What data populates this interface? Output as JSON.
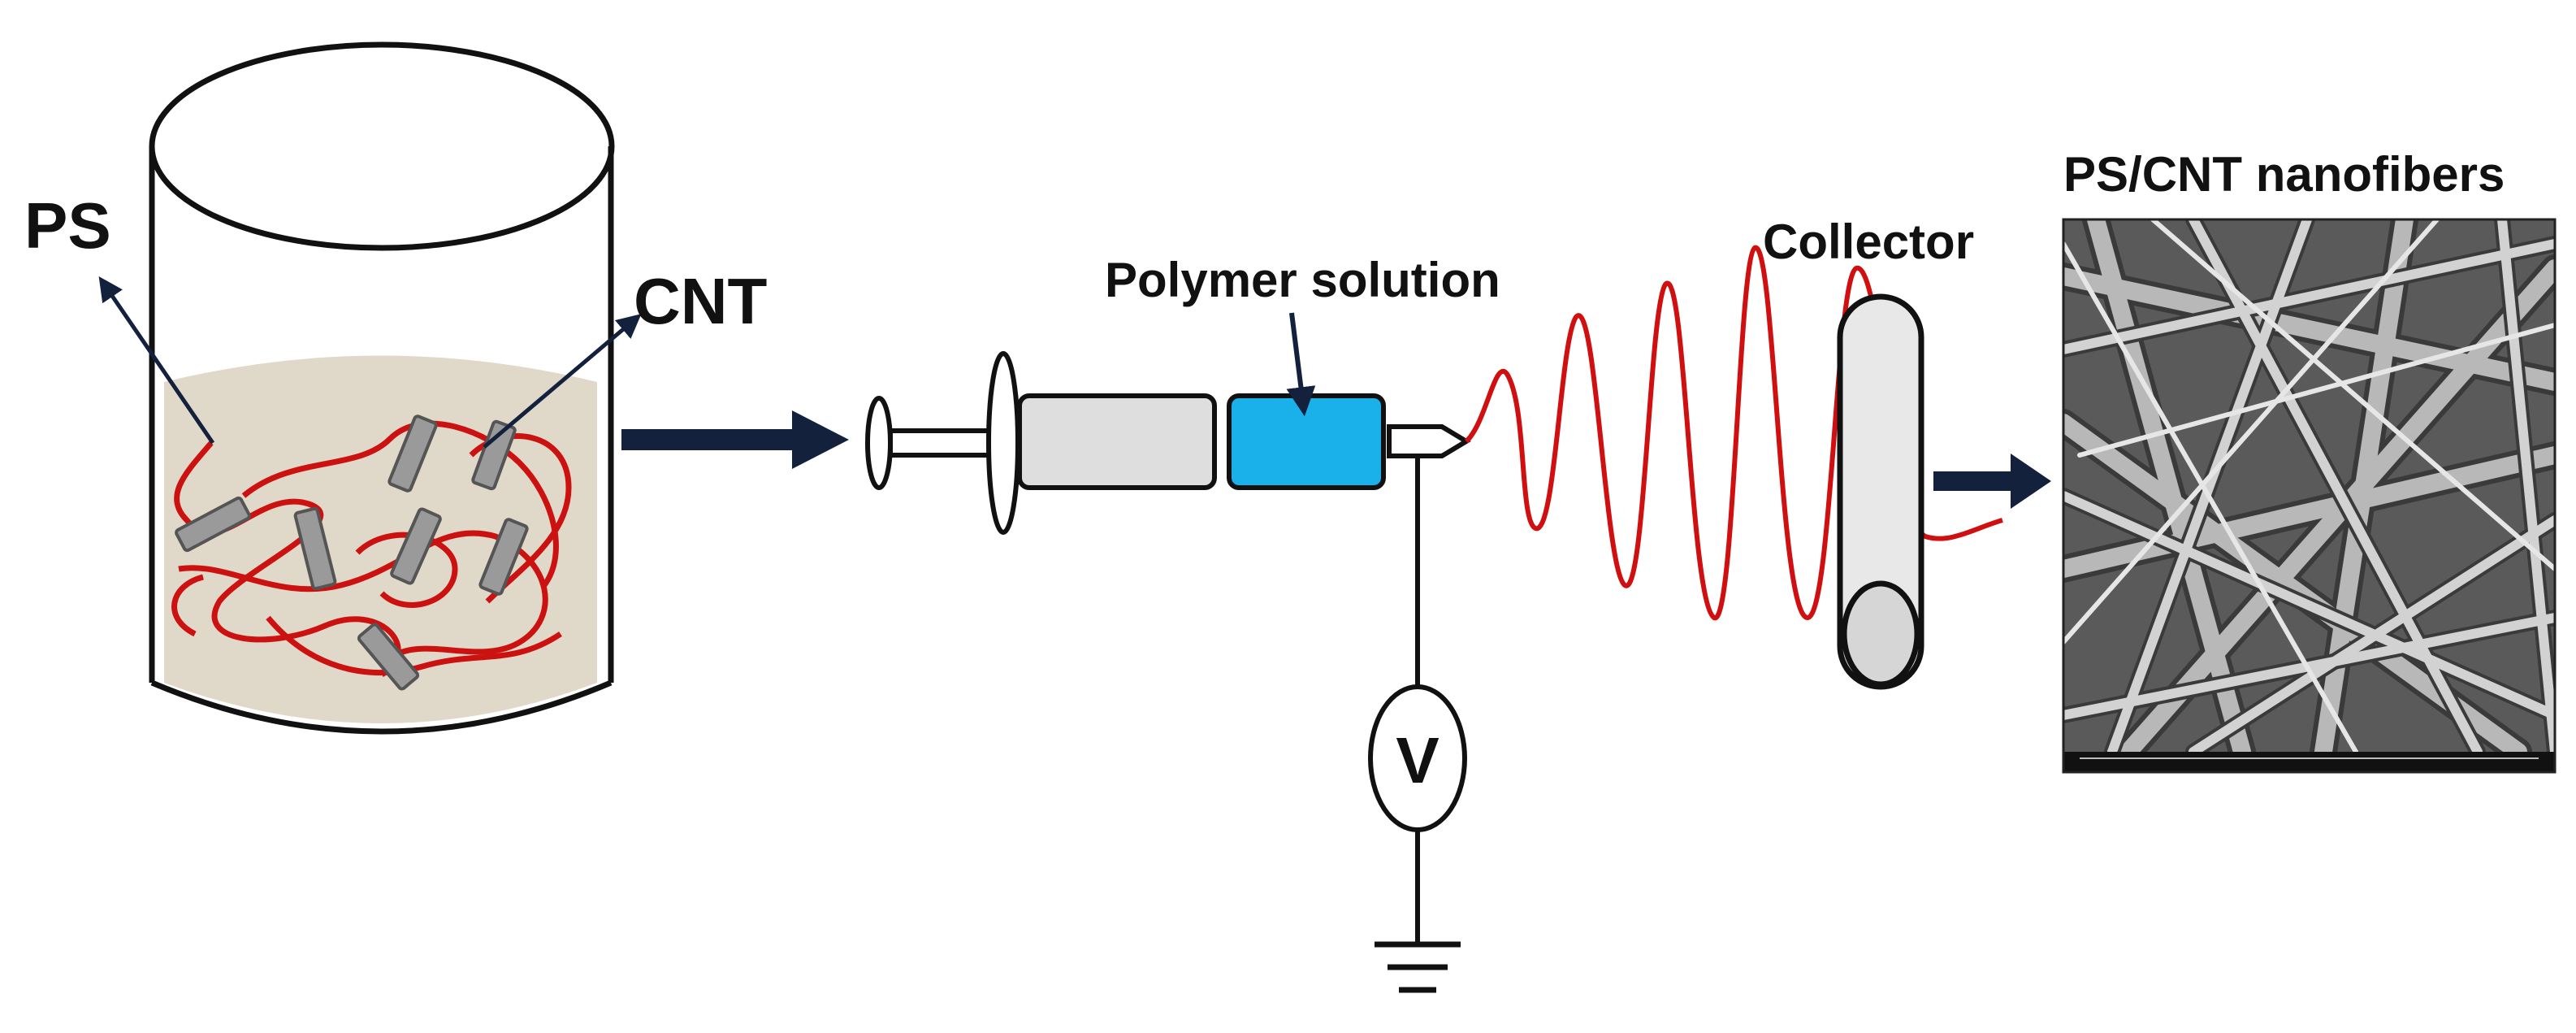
{
  "labels": {
    "ps": "PS",
    "cnt": "CNT",
    "polymer_solution": "Polymer solution",
    "collector": "Collector",
    "product": "PS/CNT nanofibers",
    "voltage": "V"
  },
  "colors": {
    "polymer_chain": "#cc1111",
    "cnt_rod": "#9a9a9a",
    "solution_fill": "#e0d8c8",
    "syringe_barrel": "#dedede",
    "polymer_solution_fill": "#1ab0ea",
    "arrow": "#14213d",
    "jet": "#d01010",
    "collector_fill": "#d6d6d6"
  },
  "icons": {
    "voltage_source": "voltage-source-icon",
    "ground": "ground-icon"
  }
}
